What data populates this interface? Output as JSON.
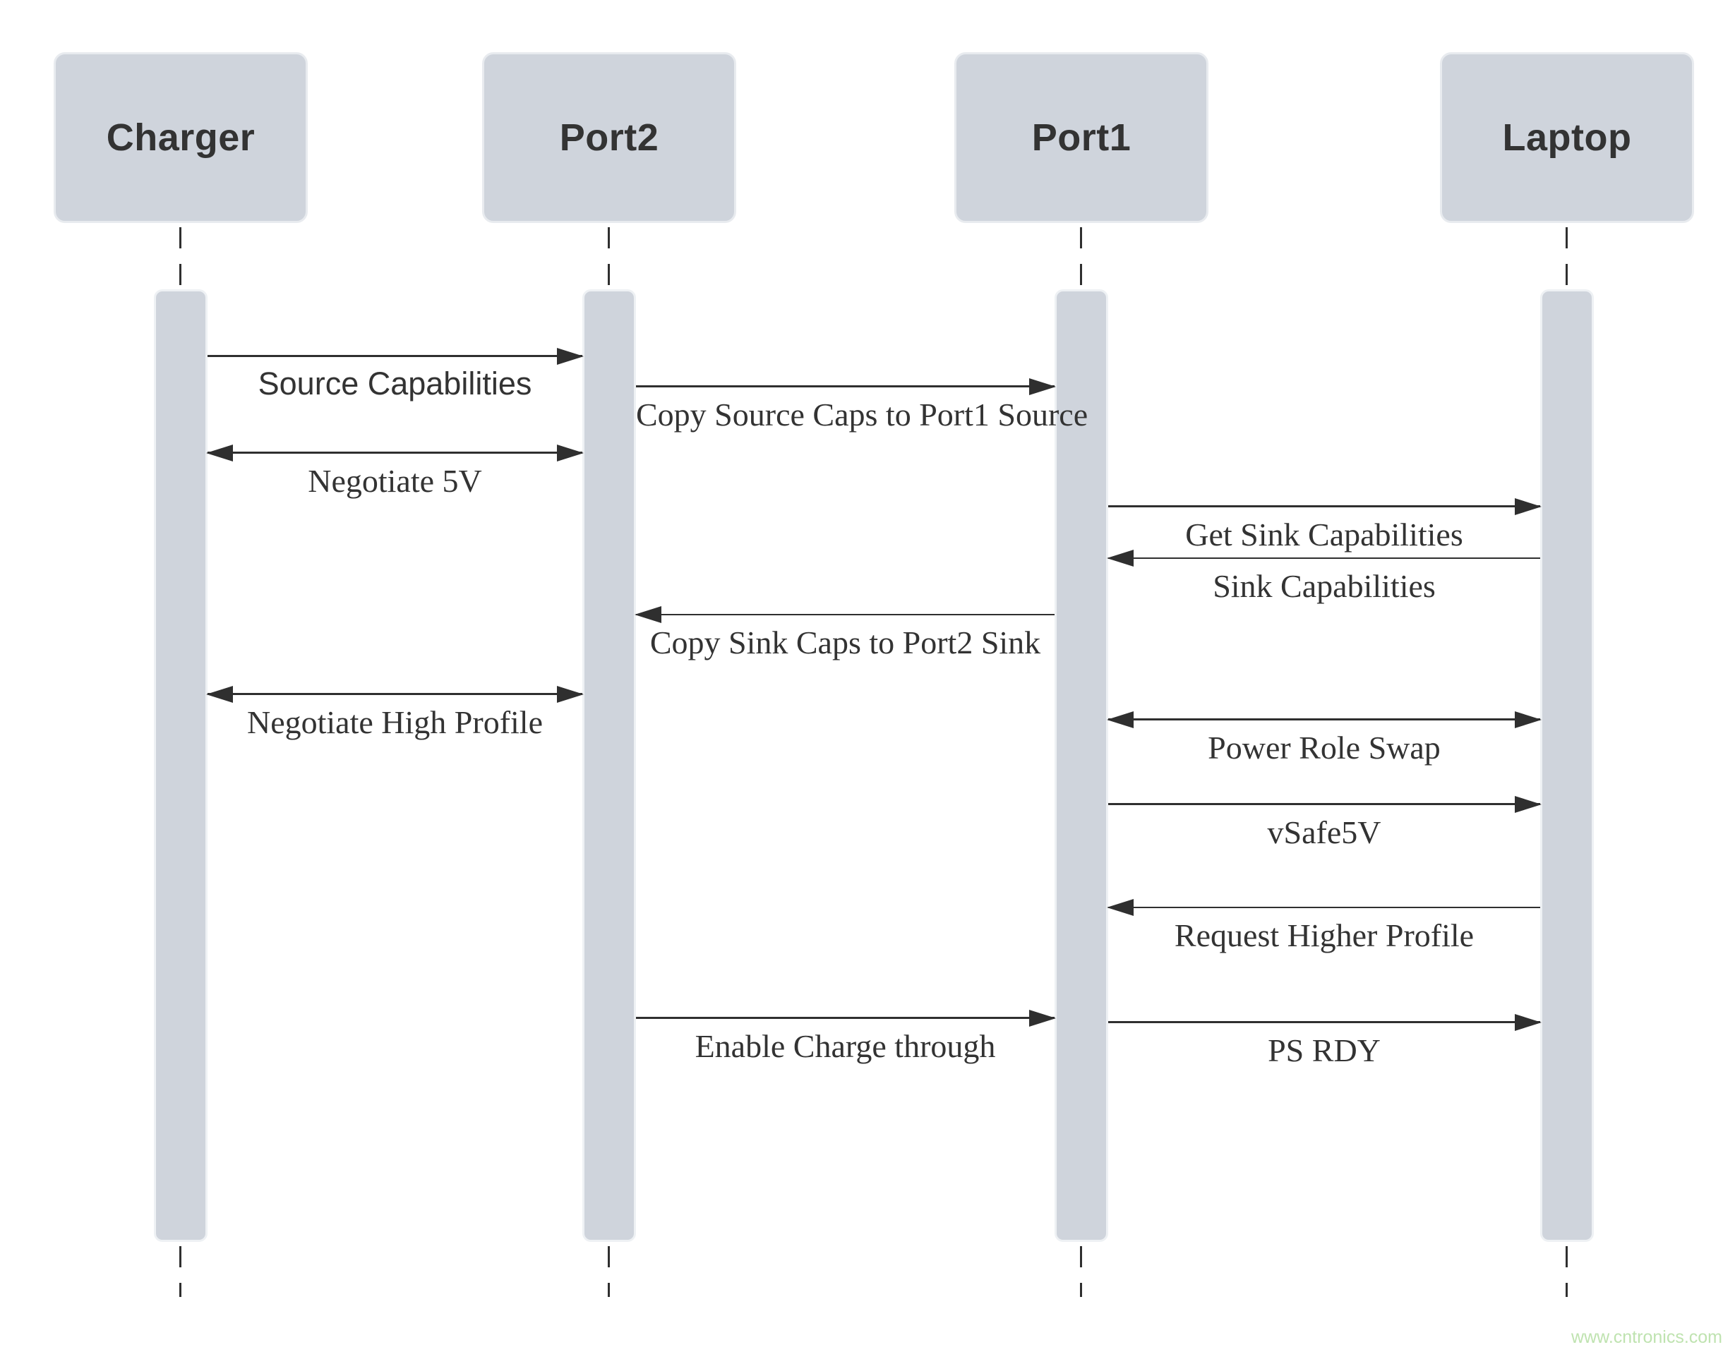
{
  "diagram": {
    "type": "sequence-diagram",
    "actors": [
      {
        "id": "charger",
        "label": "Charger"
      },
      {
        "id": "port2",
        "label": "Port2"
      },
      {
        "id": "port1",
        "label": "Port1"
      },
      {
        "id": "laptop",
        "label": "Laptop"
      }
    ],
    "messages": [
      {
        "label": "Source Capabilities",
        "from": "charger",
        "to": "port2",
        "direction": "right"
      },
      {
        "label": "Copy Source Caps to Port1 Source",
        "from": "port2",
        "to": "port1",
        "direction": "right"
      },
      {
        "label": "Negotiate 5V",
        "from": "charger",
        "to": "port2",
        "direction": "both"
      },
      {
        "label": "Get Sink Capabilities",
        "from": "port1",
        "to": "laptop",
        "direction": "right"
      },
      {
        "label": "Sink Capabilities",
        "from": "laptop",
        "to": "port1",
        "direction": "left"
      },
      {
        "label": "Copy Sink Caps to Port2 Sink",
        "from": "port1",
        "to": "port2",
        "direction": "left"
      },
      {
        "label": "Negotiate High Profile",
        "from": "charger",
        "to": "port2",
        "direction": "both"
      },
      {
        "label": "Power Role Swap",
        "from": "port1",
        "to": "laptop",
        "direction": "both"
      },
      {
        "label": "vSafe5V",
        "from": "port1",
        "to": "laptop",
        "direction": "right"
      },
      {
        "label": "Request Higher Profile",
        "from": "laptop",
        "to": "port1",
        "direction": "left"
      },
      {
        "label": "Enable Charge through",
        "from": "port2",
        "to": "port1",
        "direction": "right"
      },
      {
        "label": "PS RDY",
        "from": "port1",
        "to": "laptop",
        "direction": "right"
      }
    ],
    "watermark": "www.cntronics.com",
    "colors": {
      "actor_fill": "#cfd4dc",
      "actor_rim": "#e8ebef",
      "line": "#2f2f2f",
      "text": "#333333",
      "watermark": "#bfe3b0",
      "background": "#ffffff"
    }
  }
}
